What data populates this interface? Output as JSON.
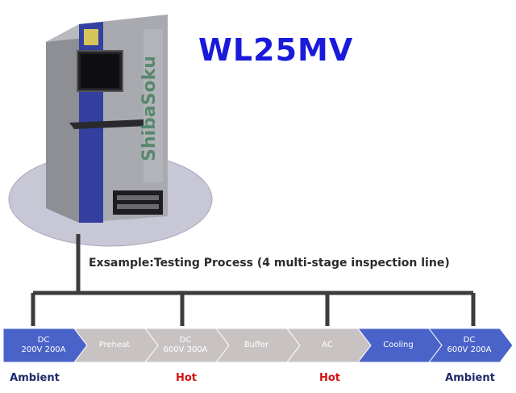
{
  "title": "WL25MV",
  "caption": "Exsample:Testing Process (4 multi-stage inspection line)",
  "machine_logo": "ShibaSoku",
  "stages": [
    {
      "label": "DC\n200V 200A",
      "style": "blue"
    },
    {
      "label": "Preheat",
      "style": "gray"
    },
    {
      "label": "DC\n600V 300A",
      "style": "gray"
    },
    {
      "label": "Buffer",
      "style": "gray"
    },
    {
      "label": "AC",
      "style": "gray"
    },
    {
      "label": "Cooling",
      "style": "blue"
    },
    {
      "label": "DC\n600V 200A",
      "style": "blue"
    }
  ],
  "temps": [
    {
      "label": "Ambient",
      "kind": "ambient"
    },
    {
      "label": "Hot",
      "kind": "hot"
    },
    {
      "label": "Hot",
      "kind": "hot"
    },
    {
      "label": "Ambient",
      "kind": "ambient"
    }
  ],
  "colors": {
    "title": "#1a1adb",
    "stage_blue": "#4a63c9",
    "stage_gray": "#c9c2c2",
    "hot": "#d21414",
    "ambient": "#1e2a6b",
    "connector": "#3c3c3c"
  }
}
